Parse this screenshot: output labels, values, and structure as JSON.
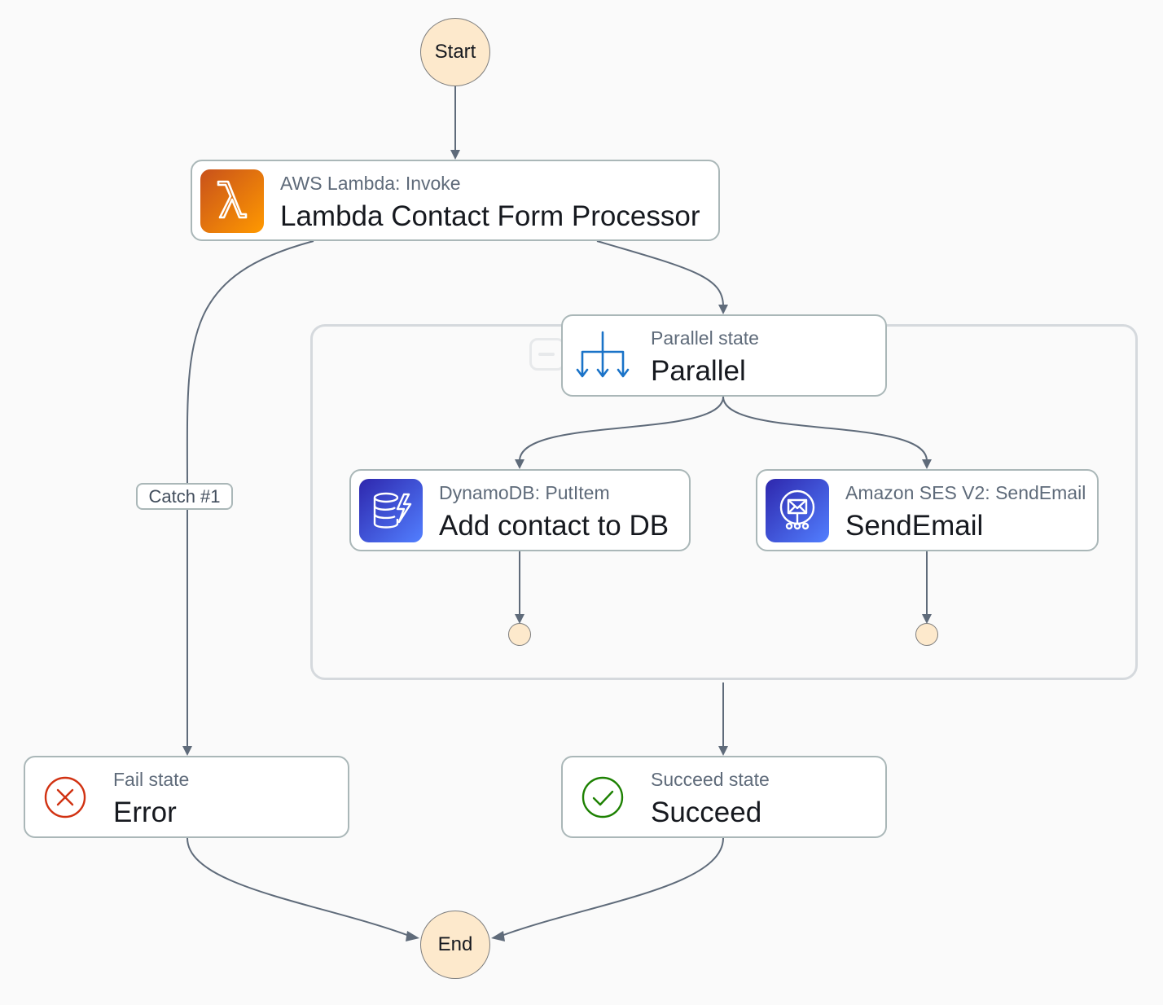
{
  "workflow": {
    "start_label": "Start",
    "end_label": "End",
    "catch_label": "Catch #1",
    "lambda": {
      "subtitle": "AWS Lambda: Invoke",
      "title": "Lambda Contact Form Processor",
      "color": "#ed7100"
    },
    "parallel": {
      "subtitle": "Parallel state",
      "title": "Parallel",
      "color": "#1a73c8"
    },
    "dynamodb": {
      "subtitle": "DynamoDB: PutItem",
      "title": "Add contact to DB",
      "color": "#4d4bd8"
    },
    "ses": {
      "subtitle": "Amazon SES V2: SendEmail",
      "title": "SendEmail",
      "color": "#4d4bd8"
    },
    "fail": {
      "subtitle": "Fail state",
      "title": "Error",
      "color": "#d13212"
    },
    "succeed": {
      "subtitle": "Succeed state",
      "title": "Succeed",
      "color": "#1d8102"
    }
  }
}
